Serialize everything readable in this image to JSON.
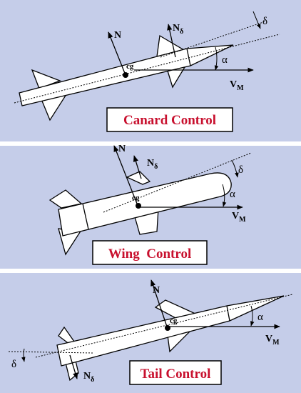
{
  "colors": {
    "panel_bg": "#c5cde9",
    "caption_text": "#c8102e",
    "caption_border": "#000000",
    "body_fill": "#ffffff",
    "stroke": "#000000"
  },
  "symbols": {
    "normal_force": "N",
    "control_force_base": "N",
    "control_force_sub": "δ",
    "cg": "cg",
    "alpha": "α",
    "delta": "δ",
    "velocity_base": "V",
    "velocity_sub": "M"
  },
  "panels": [
    {
      "id": "canard",
      "caption": "Canard Control"
    },
    {
      "id": "wing",
      "caption": "Wing  Control"
    },
    {
      "id": "tail",
      "caption": "Tail Control"
    }
  ]
}
